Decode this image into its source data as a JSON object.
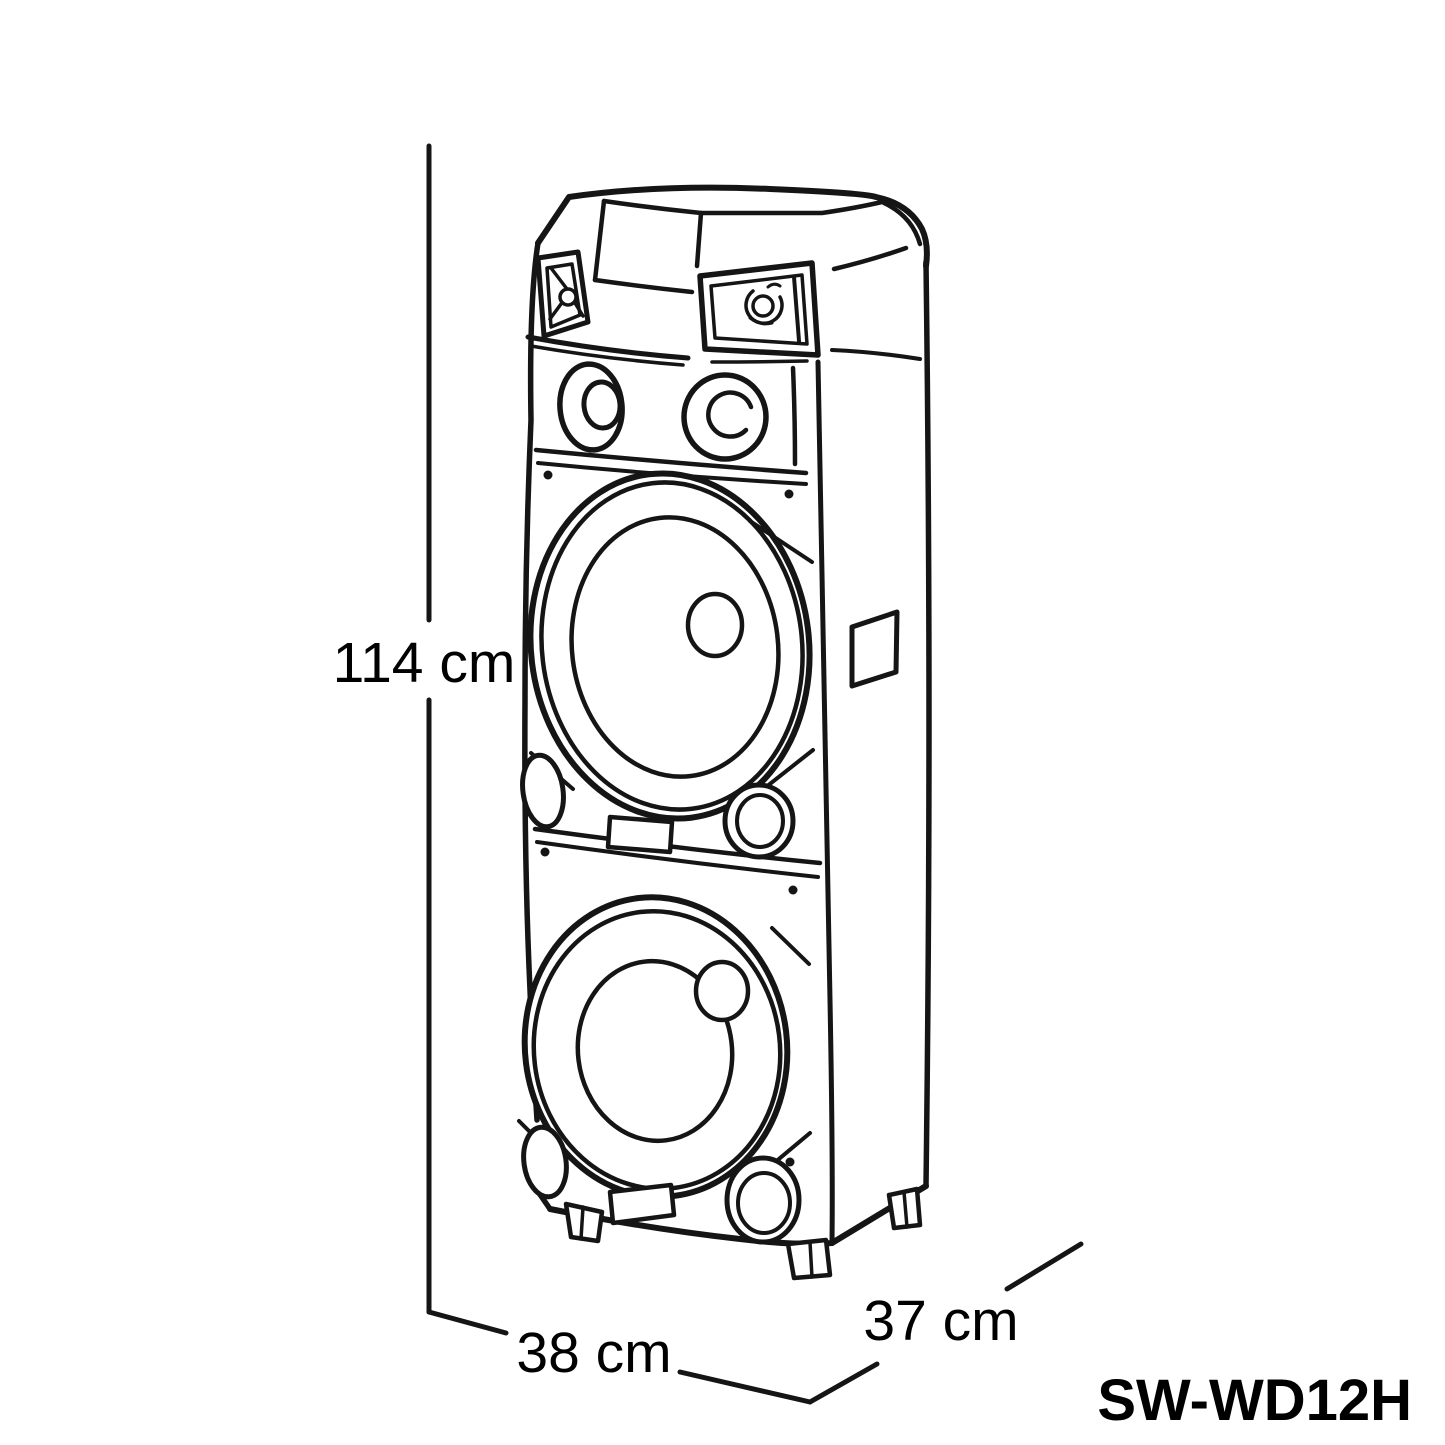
{
  "diagram": {
    "background": "#ffffff",
    "line_color": "#151515",
    "text_color": "#000000",
    "model_number": "SW-WD12H",
    "subject": "dual-woofer-tower-speaker-line-drawing",
    "dimensions": {
      "height": {
        "value": 114,
        "unit": "cm",
        "label": "114 cm"
      },
      "width": {
        "value": 38,
        "unit": "cm",
        "label": "38 cm"
      },
      "depth": {
        "value": 37,
        "unit": "cm",
        "label": "37 cm"
      }
    }
  }
}
